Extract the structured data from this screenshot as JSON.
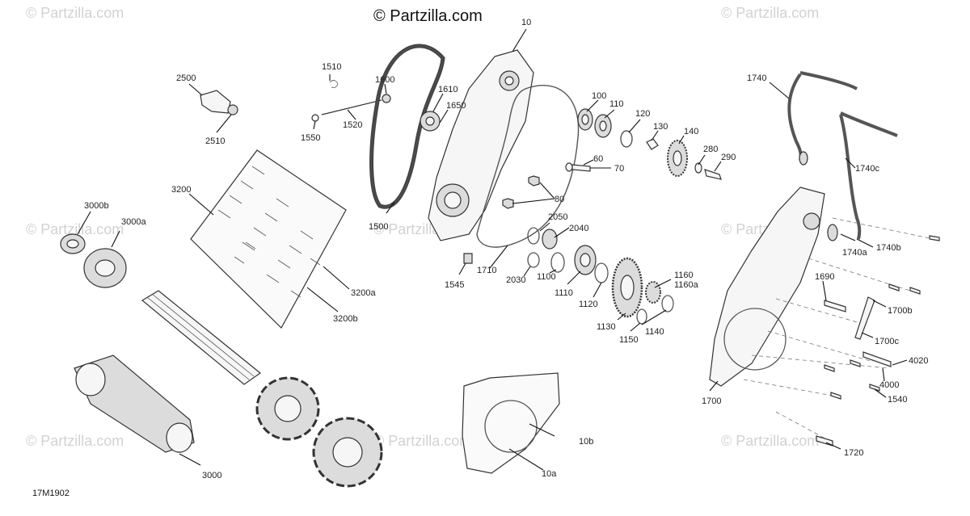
{
  "watermark": {
    "top_center": "© Partzilla.com",
    "repeat": "© Partzilla.com"
  },
  "diagram_code": "17M1902",
  "callouts": [
    {
      "id": "10",
      "text": "10"
    },
    {
      "id": "10a",
      "text": "10a"
    },
    {
      "id": "10b",
      "text": "10b"
    },
    {
      "id": "60",
      "text": "60"
    },
    {
      "id": "70",
      "text": "70"
    },
    {
      "id": "80",
      "text": "80"
    },
    {
      "id": "100",
      "text": "100"
    },
    {
      "id": "110",
      "text": "110"
    },
    {
      "id": "120",
      "text": "120"
    },
    {
      "id": "130",
      "text": "130"
    },
    {
      "id": "140",
      "text": "140"
    },
    {
      "id": "280",
      "text": "280"
    },
    {
      "id": "290",
      "text": "290"
    },
    {
      "id": "1100",
      "text": "1100"
    },
    {
      "id": "1110",
      "text": "1110"
    },
    {
      "id": "1120",
      "text": "1120"
    },
    {
      "id": "1130",
      "text": "1130"
    },
    {
      "id": "1140",
      "text": "1140"
    },
    {
      "id": "1150",
      "text": "1150"
    },
    {
      "id": "1160",
      "text": "1160"
    },
    {
      "id": "1160a",
      "text": "1160a"
    },
    {
      "id": "1500",
      "text": "1500"
    },
    {
      "id": "1510",
      "text": "1510"
    },
    {
      "id": "1520",
      "text": "1520"
    },
    {
      "id": "1545",
      "text": "1545"
    },
    {
      "id": "1550",
      "text": "1550"
    },
    {
      "id": "1600",
      "text": "1600"
    },
    {
      "id": "1610",
      "text": "1610"
    },
    {
      "id": "1650",
      "text": "1650"
    },
    {
      "id": "1690",
      "text": "1690"
    },
    {
      "id": "1700",
      "text": "1700"
    },
    {
      "id": "1700b",
      "text": "1700b"
    },
    {
      "id": "1700c",
      "text": "1700c"
    },
    {
      "id": "1710",
      "text": "1710"
    },
    {
      "id": "1720",
      "text": "1720"
    },
    {
      "id": "1740",
      "text": "1740"
    },
    {
      "id": "1740a",
      "text": "1740a"
    },
    {
      "id": "1740b",
      "text": "1740b"
    },
    {
      "id": "1740c",
      "text": "1740c"
    },
    {
      "id": "1540",
      "text": "1540"
    },
    {
      "id": "2030",
      "text": "2030"
    },
    {
      "id": "2040",
      "text": "2040"
    },
    {
      "id": "2050",
      "text": "2050"
    },
    {
      "id": "2500",
      "text": "2500"
    },
    {
      "id": "2510",
      "text": "2510"
    },
    {
      "id": "3000",
      "text": "3000"
    },
    {
      "id": "3000a",
      "text": "3000a"
    },
    {
      "id": "3000b",
      "text": "3000b"
    },
    {
      "id": "3200",
      "text": "3200"
    },
    {
      "id": "3200a",
      "text": "3200a"
    },
    {
      "id": "3200b",
      "text": "3200b"
    },
    {
      "id": "4000",
      "text": "4000"
    },
    {
      "id": "4020",
      "text": "4020"
    }
  ]
}
